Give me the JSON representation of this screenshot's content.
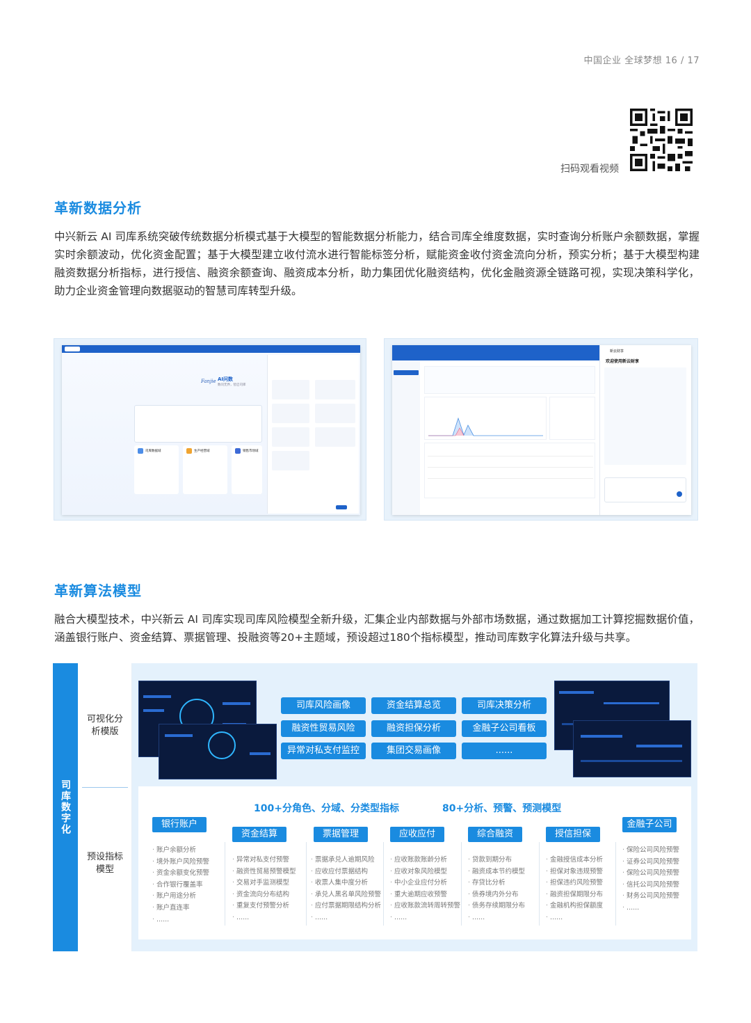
{
  "header": {
    "text": "中国企业 全球梦想 16 / 17"
  },
  "qr": {
    "label": "扫码观看视频"
  },
  "section1": {
    "title": "革新数据分析",
    "body": "中兴新云 AI 司库系统突破传统数据分析模式基于大模型的智能数据分析能力，结合司库全维度数据，实时查询分析账户余额数据，掌握实时余额波动，优化资金配置；基于大模型建立收付流水进行智能标签分析，赋能资金收付资金流向分析，预实分析；基于大模型构建融资数据分析指标，进行授信、融资余额查询、融资成本分析，助力集团优化融资结构，优化金融资源全链路可视，实现决策科学化，助力企业资金管理向数据驱动的智慧司库转型升级。"
  },
  "shot1": {
    "brand": "Fanjie",
    "title": "AI问数",
    "subtitle": "数问无界，智启司库",
    "cards": [
      "司库数据域",
      "生产经营域",
      "销售市场域"
    ]
  },
  "shot2": {
    "welcome": "欢迎使用新云财享",
    "assistant": "新云财享"
  },
  "section2": {
    "title": "革新算法模型",
    "body": "融合大模型技术，中兴新云 AI 司库实现司库风险模型全新升级，汇集企业内部数据与外部市场数据，通过数据加工计算挖掘数据价值，涵盖银行账户、资金结算、票据管理、投融资等20+主题域，预设超过180个指标模型，推动司库数字化算法升级与共享。"
  },
  "diagram": {
    "side_label": "司库数字化",
    "row1_label": "可视化分析模版",
    "row2_label": "预设指标模型",
    "templates": [
      "司库风险画像",
      "资金结算总览",
      "司库决策分析",
      "融资性贸易风险",
      "融资担保分析",
      "金融子公司看板",
      "异常对私支付监控",
      "集团交易画像",
      "......"
    ],
    "metric_title_left": "100+分角色、分域、分类型指标",
    "metric_title_right": "80+分析、预警、预测模型",
    "domains": [
      {
        "name": "银行账户",
        "items": [
          "账户余额分析",
          "境外账户风险预警",
          "资金余额变化预警",
          "合作银行覆盖率",
          "账户用途分析",
          "账户直连率",
          "......"
        ]
      },
      {
        "name": "资金结算",
        "items": [
          "异常对私支付预警",
          "融资性贸易预警模型",
          "交易对手监测模型",
          "资金流向分布结构",
          "重复支付预警分析",
          "......"
        ]
      },
      {
        "name": "票据管理",
        "items": [
          "票据承兑人逾期风险",
          "应收应付票据结构",
          "收票人集中度分析",
          "承兑人黑名单风险预警",
          "应付票据期限结构分析",
          "......"
        ]
      },
      {
        "name": "应收应付",
        "items": [
          "应收账款账龄分析",
          "应收对象风险模型",
          "中小企业应付分析",
          "重大逾期应收预警",
          "应收账款流转周转预警",
          "......"
        ]
      },
      {
        "name": "综合融资",
        "items": [
          "贷款到期分布",
          "融资成本节约模型",
          "存贷比分析",
          "债券境内外分布",
          "债务存续期限分布",
          "......"
        ]
      },
      {
        "name": "授信担保",
        "items": [
          "金融授信成本分析",
          "担保对象违规预警",
          "担保违约风险预警",
          "融资担保期限分布",
          "金融机构担保额度",
          "......"
        ]
      },
      {
        "name": "金融子公司",
        "items": [
          "保险公司风险预警",
          "证券公司风险预警",
          "保险公司风险预警",
          "信托公司风险预警",
          "财务公司风险预警",
          "......"
        ]
      }
    ]
  }
}
